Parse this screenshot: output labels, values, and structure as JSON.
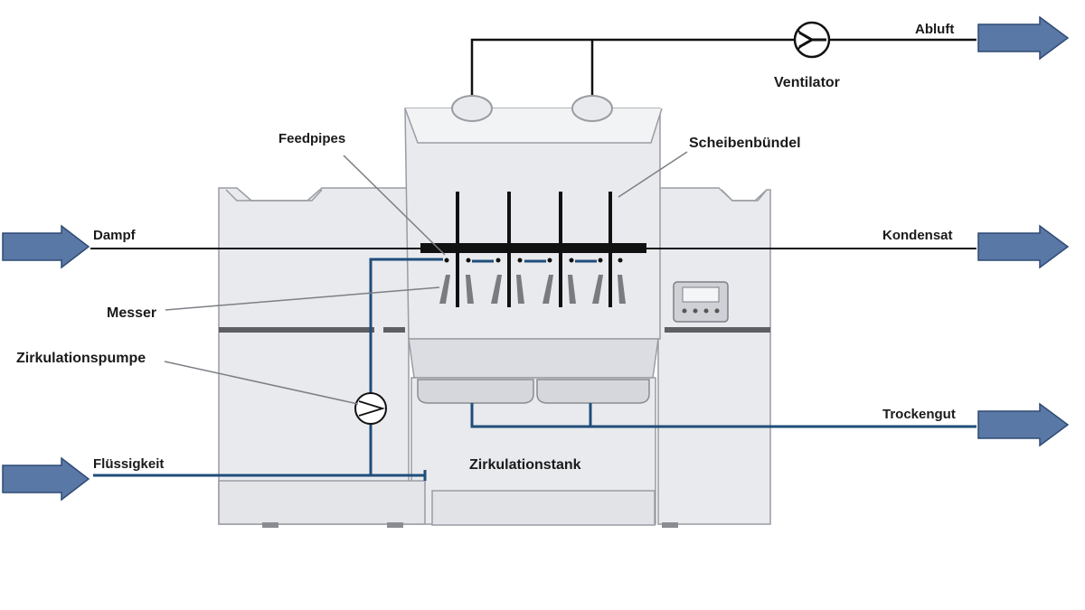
{
  "labels": {
    "abluft": "Abluft",
    "ventilator": "Ventilator",
    "feedpipes": "Feedpipes",
    "scheibenbuendel": "Scheibenbündel",
    "dampf": "Dampf",
    "kondensat": "Kondensat",
    "messer": "Messer",
    "zirkulationspumpe": "Zirkulationspumpe",
    "trockengut": "Trockengut",
    "fluessigkeit": "Flüssigkeit",
    "zirkulationstank": "Zirkulationstank"
  },
  "colors": {
    "arrow_fill": "#5a78a6",
    "arrow_stroke": "#2f4a74",
    "pipe_blue": "#1f4e7a",
    "line_black": "#111111",
    "machine_fill": "#e9eaee",
    "machine_stroke": "#9a9ca3",
    "knife": "#7a7b80"
  },
  "icons": {
    "fan": "ventilator-fan-icon",
    "pump": "circulation-pump-icon",
    "panel": "control-panel-icon"
  }
}
